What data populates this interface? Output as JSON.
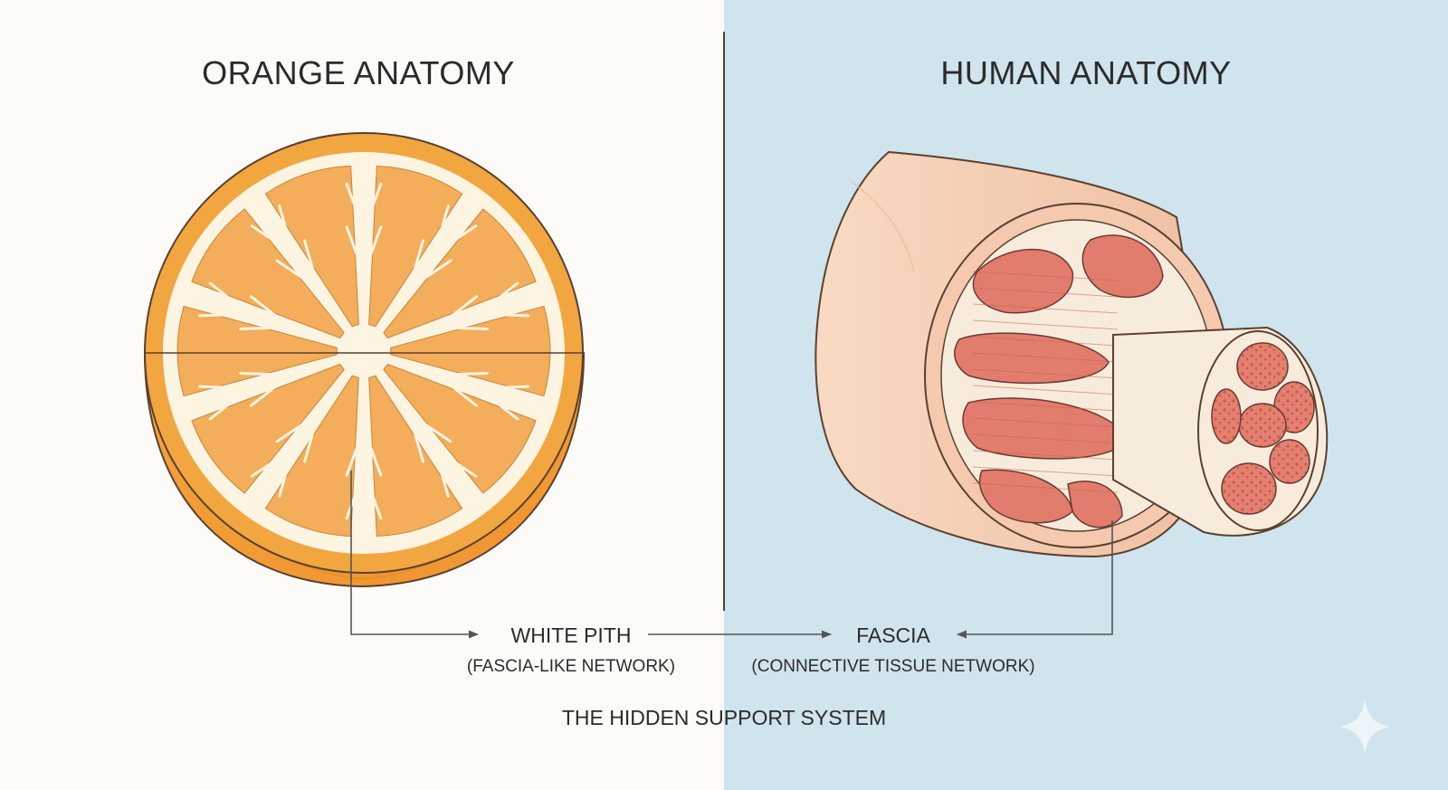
{
  "diagram": {
    "left_title": "ORANGE ANATOMY",
    "right_title": "HUMAN ANATOMY",
    "left_label": "WHITE PITH",
    "left_sublabel": "(FASCIA-LIKE NETWORK)",
    "right_label": "FASCIA",
    "right_sublabel": "(CONNECTIVE TISSUE NETWORK)",
    "footer": "THE HIDDEN SUPPORT SYSTEM"
  },
  "colors": {
    "left_background": "#fcfbf7",
    "right_background": "#cfe4ec",
    "orange_peel": "#f2a640",
    "orange_segment": "#f4ad5b",
    "pith": "#fdf4e1",
    "skin": "#f5cdb0",
    "muscle": "#e27c6c",
    "fascia": "#f7ecdc",
    "line": "#555555"
  },
  "icons": {
    "corner": "sparkle-icon"
  }
}
